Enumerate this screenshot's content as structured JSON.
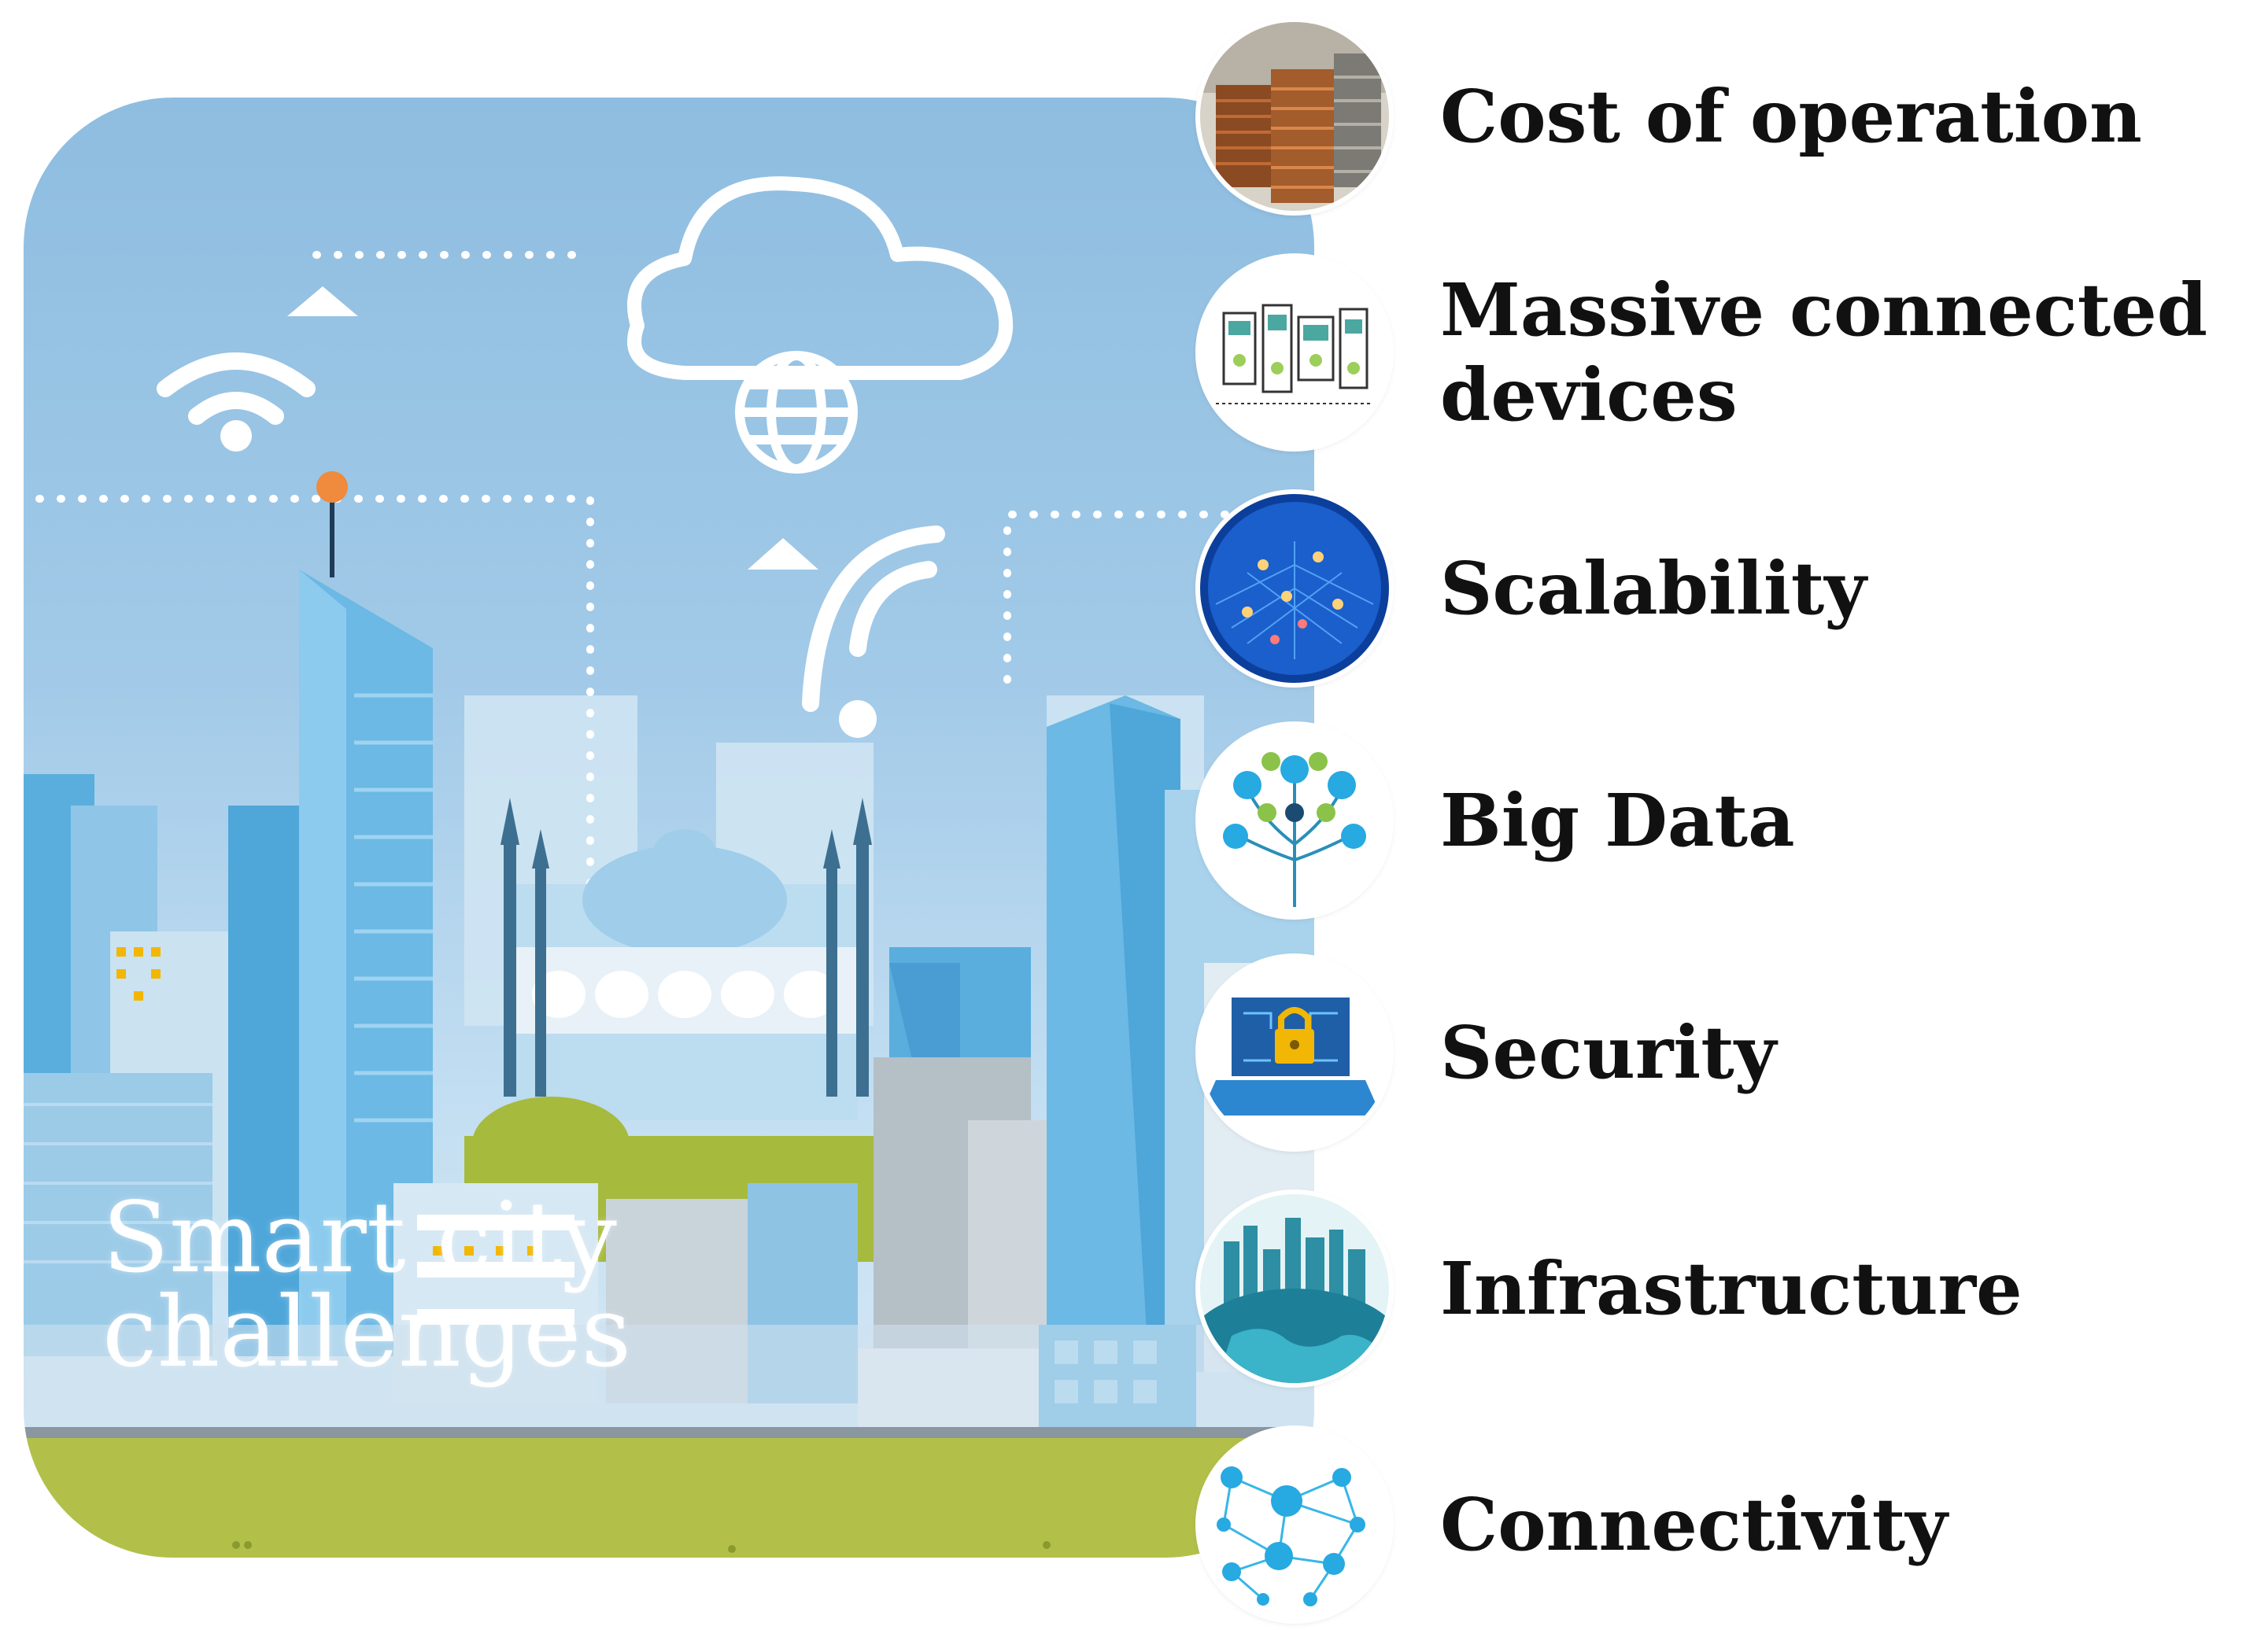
{
  "main_title": {
    "line1": "Smart city",
    "line2": "challenges"
  },
  "challenges": [
    {
      "label": "Cost of operation",
      "icon": "coins-icon"
    },
    {
      "label": "Massive connected devices",
      "icon": "connected-devices-icon"
    },
    {
      "label": "Scalability",
      "icon": "network-globe-icon"
    },
    {
      "label": "Big Data",
      "icon": "data-tree-icon"
    },
    {
      "label": "Security",
      "icon": "laptop-lock-icon"
    },
    {
      "label": "Infrastructure",
      "icon": "city-globe-icon"
    },
    {
      "label": "Connectivity",
      "icon": "network-nodes-icon"
    }
  ],
  "colors": {
    "sky": "#a2cae8",
    "building_blue": "#5aaedd",
    "grass": "#b2c04a",
    "text": "#111111"
  }
}
